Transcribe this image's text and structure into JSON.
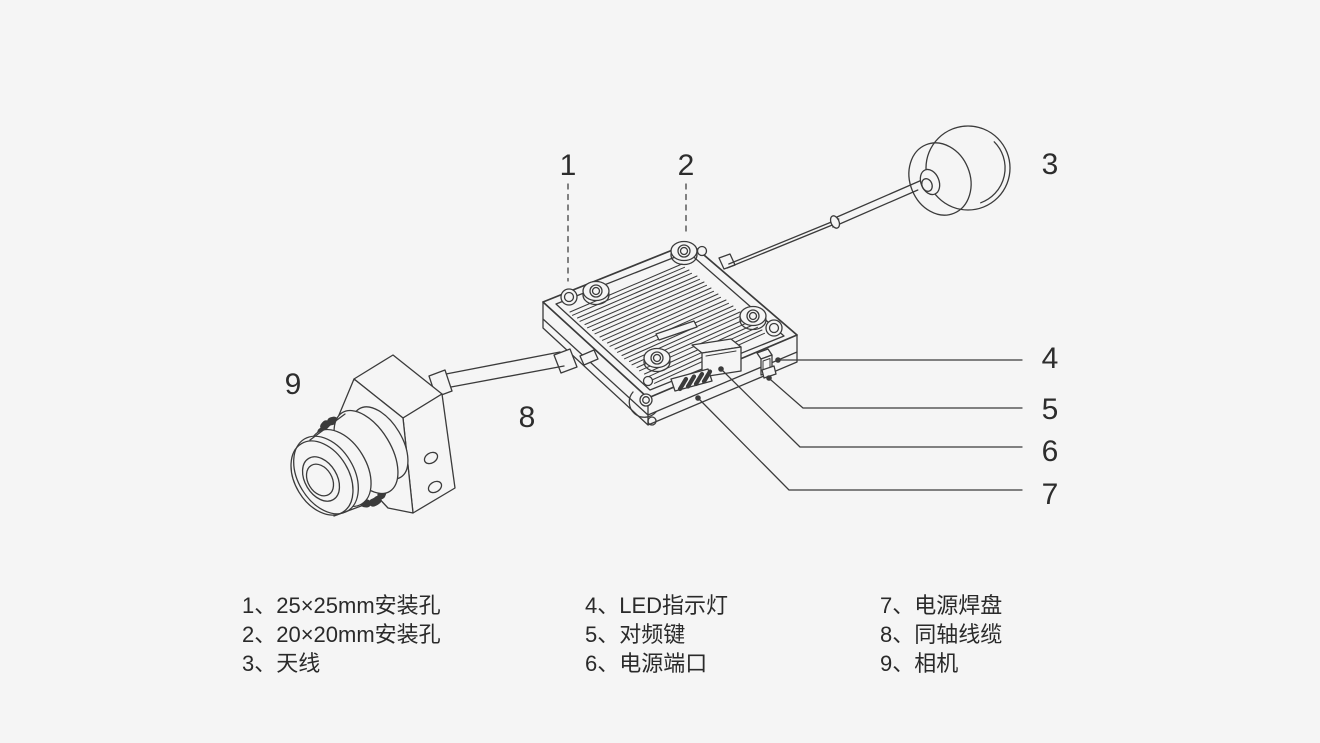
{
  "colors": {
    "background": "#f5f5f5",
    "line": "#3b3b3b",
    "text": "#2a2a2a"
  },
  "callouts": [
    "1",
    "2",
    "3",
    "4",
    "5",
    "6",
    "7",
    "8",
    "9"
  ],
  "legend": {
    "col1": [
      "1、25×25mm安装孔",
      "2、20×20mm安装孔",
      "3、天线"
    ],
    "col2": [
      "4、LED指示灯",
      "5、对频键",
      "6、电源端口"
    ],
    "col3": [
      "7、电源焊盘",
      "8、同轴线缆",
      "9、相机"
    ]
  }
}
